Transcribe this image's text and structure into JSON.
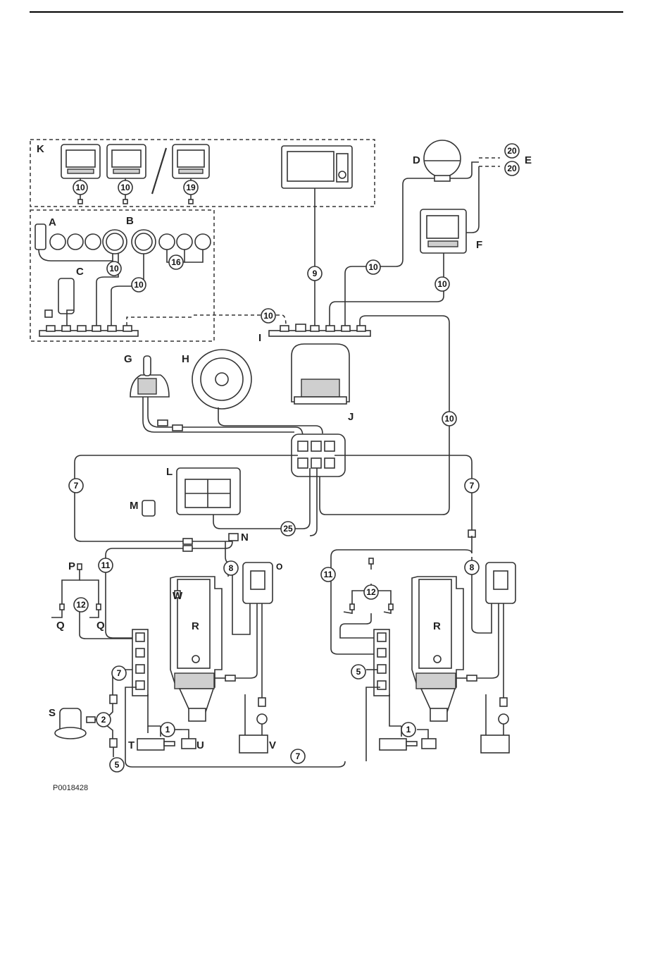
{
  "figure_id": "P0018428",
  "letters": {
    "K": "K",
    "A": "A",
    "B": "B",
    "C": "C",
    "D": "D",
    "E": "E",
    "F": "F",
    "G": "G",
    "H": "H",
    "I": "I",
    "J": "J",
    "L": "L",
    "M": "M",
    "N": "N",
    "O": "O",
    "P": "P",
    "Q": "Q",
    "R": "R",
    "S": "S",
    "T": "T",
    "U": "U",
    "V": "V",
    "W": "W"
  },
  "numbers": {
    "n1": "1",
    "n2": "2",
    "n5": "5",
    "n7": "7",
    "n8": "8",
    "n9": "9",
    "n10": "10",
    "n11": "11",
    "n12": "12",
    "n16": "16",
    "n19": "19",
    "n20": "20",
    "n25": "25"
  }
}
